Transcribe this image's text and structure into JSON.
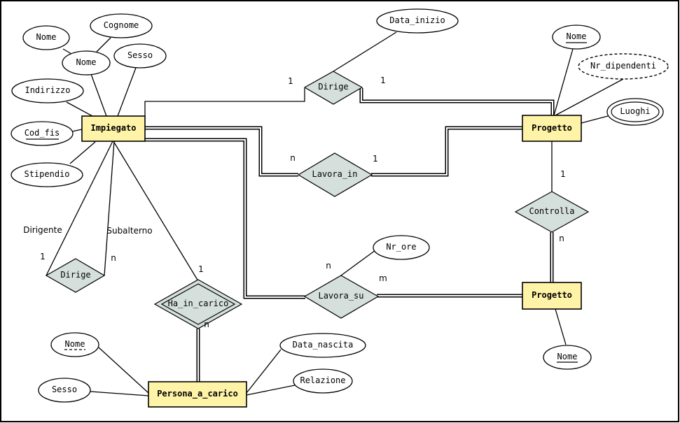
{
  "entities": {
    "impiegato": "Impiegato",
    "progetto_top": "Progetto",
    "progetto_bottom": "Progetto",
    "persona_a_carico": "Persona_a_carico"
  },
  "relationships": {
    "dirige_top": "Dirige",
    "lavora_in": "Lavora_in",
    "controlla": "Controlla",
    "dirige_self": "Dirige",
    "ha_in_carico": "Ha_in_carico",
    "lavora_su": "Lavora_su"
  },
  "attributes": {
    "nome_emp": "Nome",
    "nome_sub": "Nome",
    "cognome": "Cognome",
    "sesso_emp": "Sesso",
    "indirizzo": "Indirizzo",
    "cod_fis": "Cod_fis",
    "stipendio": "Stipendio",
    "data_inizio": "Data_inizio",
    "nome_prog_top": "Nome",
    "nr_dipendenti": "Nr_dipendenti",
    "luoghi": "Luoghi",
    "nr_ore": "Nr_ore",
    "nome_prog_bottom": "Nome",
    "nome_persona": "Nome",
    "sesso_persona": "Sesso",
    "data_nascita": "Data_nascita",
    "relazione": "Relazione"
  },
  "roles": {
    "dirigente": "Dirigente",
    "subalterno": "Subalterno"
  },
  "cardinalities": {
    "dirige_emp": "1",
    "dirige_prog": "1",
    "lavora_in_emp": "n",
    "lavora_in_prog": "1",
    "controlla_top": "1",
    "controlla_bottom": "n",
    "dirige_self_dirigente": "1",
    "dirige_self_subalterno": "n",
    "ha_in_carico_emp": "1",
    "ha_in_carico_persona": "n",
    "lavora_su_emp": "n",
    "lavora_su_prog": "m"
  }
}
